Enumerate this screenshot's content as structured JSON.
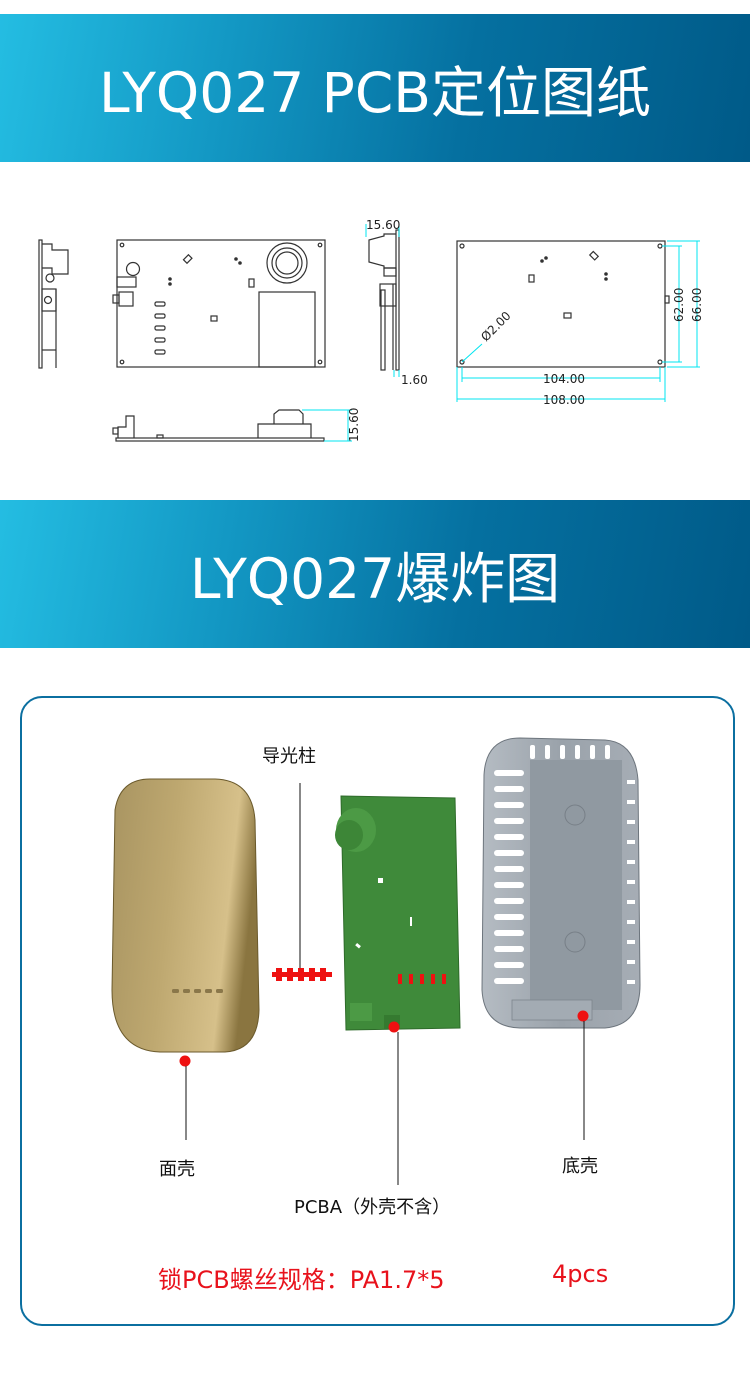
{
  "banners": {
    "pcb_drawing_title": "LYQ027 PCB定位图纸",
    "exploded_title": "LYQ027爆炸图"
  },
  "drawing": {
    "dimensions": {
      "side_height": "15.60",
      "side_thickness": "1.60",
      "bottom_height": "15.60",
      "hole_diameter": "Ø2.00",
      "hole_spacing_x": "104.00",
      "board_width": "108.00",
      "hole_spacing_y": "62.00",
      "board_height": "66.00"
    },
    "colors": {
      "dimension_line": "#00e5f0",
      "outline": "#333333"
    }
  },
  "exploded_view": {
    "labels": {
      "light_guide": "导光柱",
      "front_shell": "面壳",
      "pcba": "PCBA（外壳不含）",
      "back_shell": "底壳"
    },
    "colors": {
      "front_shell": "#c2ac72",
      "pcb": "#3f8a3a",
      "back_shell": "#9aa3ac",
      "marker": "#ee1111",
      "frame": "#0b6fa0"
    }
  },
  "spec": {
    "screw_spec": "锁PCB螺丝规格：PA1.7*5",
    "quantity": "4pcs"
  }
}
